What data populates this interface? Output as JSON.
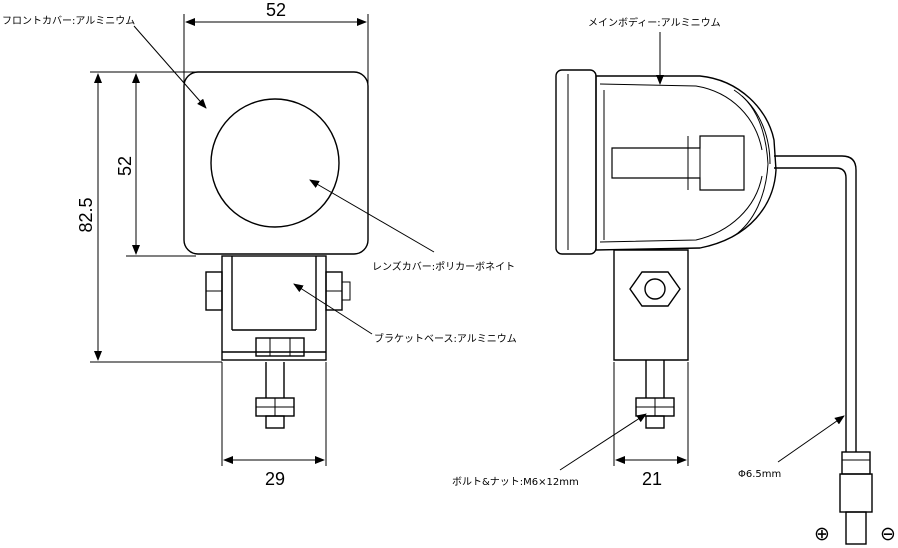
{
  "dimensions": {
    "front_top_width": "52",
    "front_inner_height": "52",
    "front_total_height": "82.5",
    "front_bracket_width": "29",
    "side_bracket_width": "21"
  },
  "labels": {
    "front_cover": "フロントカバー:アルミニウム",
    "lens_cover": "レンズカバー:ポリカーボネイト",
    "bracket_base": "ブラケットベース:アルミニウム",
    "main_body": "メインボディー:アルミニウム",
    "bolt_nut": "ボルト&ナット:M6×12mm",
    "cable_diameter": "Φ6.5mm"
  },
  "polarity": {
    "positive": "⊕",
    "negative": "⊖"
  }
}
